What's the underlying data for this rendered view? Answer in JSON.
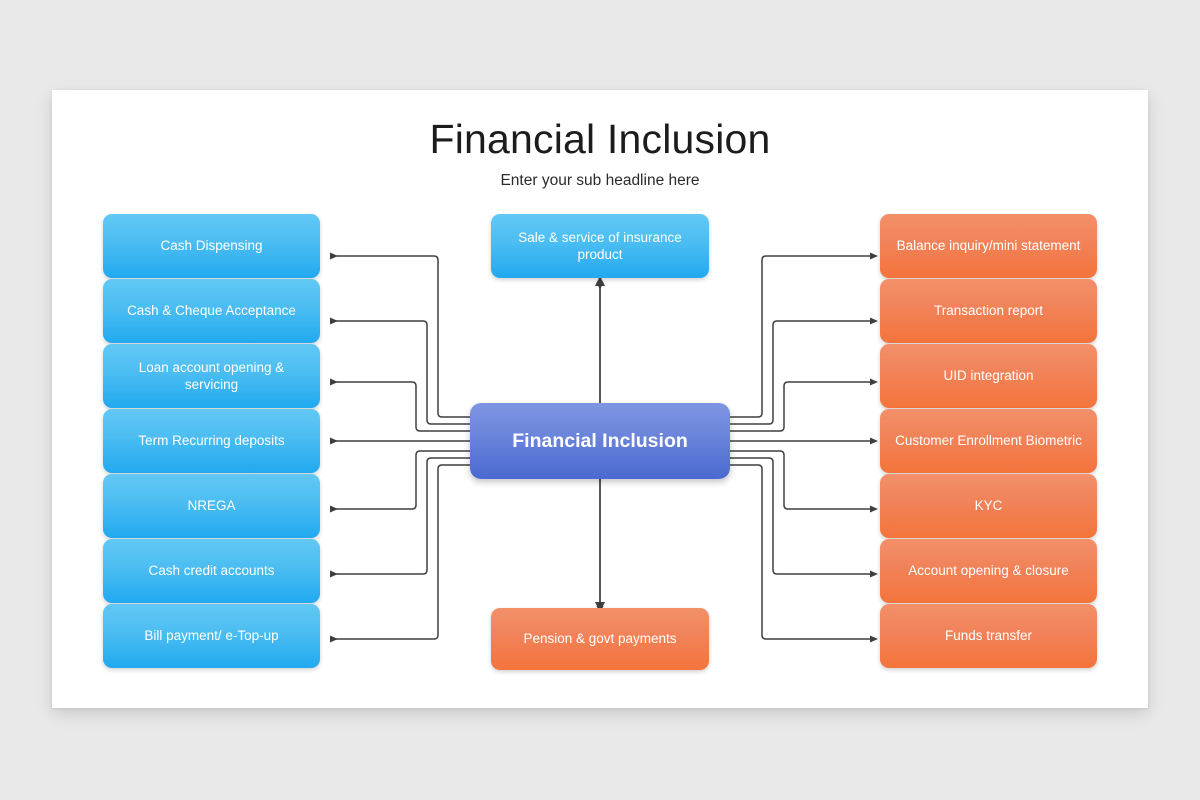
{
  "slide": {
    "title": "Financial Inclusion",
    "subtitle": "Enter your sub headline here"
  },
  "center_node": {
    "label": "Financial Inclusion",
    "color": "#5c7ad6"
  },
  "colors": {
    "background": "#e9e9e9",
    "slide": "#ffffff",
    "blue_top": "#62c8f4",
    "blue_bottom": "#21a9f0",
    "orange_top": "#f3906a",
    "orange_bottom": "#f4743b",
    "center_top": "#7e95e2",
    "center_bottom": "#4a6ad0",
    "connector": "#3f3f3f"
  },
  "left_nodes": [
    {
      "label": "Cash Dispensing",
      "color": "blue"
    },
    {
      "label": "Cash & Cheque Acceptance",
      "color": "blue"
    },
    {
      "label": "Loan account opening & servicing",
      "color": "blue"
    },
    {
      "label": "Term Recurring deposits",
      "color": "blue"
    },
    {
      "label": "NREGA",
      "color": "blue"
    },
    {
      "label": "Cash credit accounts",
      "color": "blue"
    },
    {
      "label": "Bill payment/ e-Top-up",
      "color": "blue"
    }
  ],
  "right_nodes": [
    {
      "label": "Balance inquiry/mini statement",
      "color": "orange"
    },
    {
      "label": "Transaction report",
      "color": "orange"
    },
    {
      "label": "UID integration",
      "color": "orange"
    },
    {
      "label": "Customer Enrollment Biometric",
      "color": "orange"
    },
    {
      "label": "KYC",
      "color": "orange"
    },
    {
      "label": "Account opening & closure",
      "color": "orange"
    },
    {
      "label": "Funds transfer",
      "color": "orange"
    }
  ],
  "top_node": {
    "label": "Sale & service of insurance product",
    "color": "blue"
  },
  "bottom_node": {
    "label": "Pension & govt payments",
    "color": "orange"
  }
}
